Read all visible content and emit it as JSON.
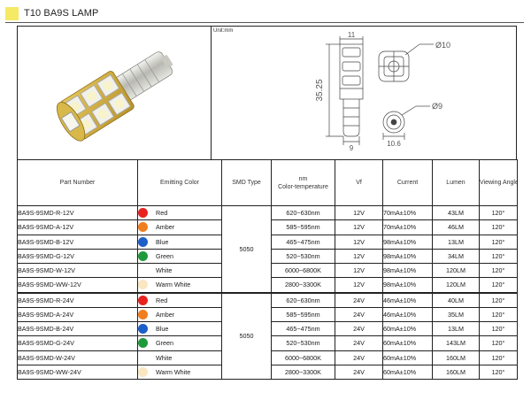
{
  "header": {
    "title": "T10 BA9S LAMP",
    "swatch_color": "#f6e964"
  },
  "drawing": {
    "unit_label": "Unit:mm",
    "dimensions": {
      "top_width": "11",
      "height": "35.25",
      "side_diameter": "Ø10",
      "base_diameter": "Ø9",
      "base_width": "9",
      "bottom_width": "10.6"
    }
  },
  "table": {
    "headers": {
      "part_number": "Part Number",
      "emitting_color": "Emitting Color",
      "smd_type": "SMD Type",
      "nm_line1": "nm",
      "nm_line2": "Color-temperature",
      "vf": "Vf",
      "current": "Current",
      "lumen": "Lumen",
      "viewing_angle": "Viewing Angle"
    },
    "groups": [
      {
        "smd": "5050",
        "rows": [
          {
            "part": "BA9S-9SMD-R-12V",
            "color": "Red",
            "dot": "#e8231f",
            "nm": "620~630nm",
            "vf": "12V",
            "current": "70mA±10%",
            "lumen": "43LM",
            "angle": "120°"
          },
          {
            "part": "BA9S-9SMD-A-12V",
            "color": "Amber",
            "dot": "#f07e1d",
            "nm": "585~595nm",
            "vf": "12V",
            "current": "70mA±10%",
            "lumen": "46LM",
            "angle": "120°"
          },
          {
            "part": "BA9S-9SMD-B-12V",
            "color": "Blue",
            "dot": "#1d5fc8",
            "nm": "465~475nm",
            "vf": "12V",
            "current": "98mA±10%",
            "lumen": "13LM",
            "angle": "120°"
          },
          {
            "part": "BA9S-9SMD-G-12V",
            "color": "Green",
            "dot": "#1e9a3a",
            "nm": "520~530nm",
            "vf": "12V",
            "current": "98mA±10%",
            "lumen": "34LM",
            "angle": "120°"
          },
          {
            "part": "BA9S-9SMD-W-12V",
            "color": "White",
            "dot": "#ffffff",
            "nm": "6000~6800K",
            "vf": "12V",
            "current": "98mA±10%",
            "lumen": "120LM",
            "angle": "120°"
          },
          {
            "part": "BA9S-9SMD-WW-12V",
            "color": "Warm White",
            "dot": "#fbe6c2",
            "nm": "2800~3300K",
            "vf": "12V",
            "current": "98mA±10%",
            "lumen": "120LM",
            "angle": "120°"
          }
        ]
      },
      {
        "smd": "5050",
        "rows": [
          {
            "part": "BA9S-9SMD-R-24V",
            "color": "Red",
            "dot": "#e8231f",
            "nm": "620~630nm",
            "vf": "24V",
            "current": "46mA±10%",
            "lumen": "40LM",
            "angle": "120°"
          },
          {
            "part": "BA9S-9SMD-A-24V",
            "color": "Amber",
            "dot": "#f07e1d",
            "nm": "585~595nm",
            "vf": "24V",
            "current": "46mA±10%",
            "lumen": "35LM",
            "angle": "120°"
          },
          {
            "part": "BA9S-9SMD-B-24V",
            "color": "Blue",
            "dot": "#1d5fc8",
            "nm": "465~475nm",
            "vf": "24V",
            "current": "60mA±10%",
            "lumen": "13LM",
            "angle": "120°"
          },
          {
            "part": "BA9S-9SMD-G-24V",
            "color": "Green",
            "dot": "#1e9a3a",
            "nm": "520~530nm",
            "vf": "24V",
            "current": "60mA±10%",
            "lumen": "143LM",
            "angle": "120°"
          },
          {
            "part": "BA9S-9SMD-W-24V",
            "color": "White",
            "dot": "#ffffff",
            "nm": "6000~6800K",
            "vf": "24V",
            "current": "60mA±10%",
            "lumen": "160LM",
            "angle": "120°"
          },
          {
            "part": "BA9S-9SMD-WW-24V",
            "color": "Warm White",
            "dot": "#fbe6c2",
            "nm": "2800~3300K",
            "vf": "24V",
            "current": "60mA±10%",
            "lumen": "160LM",
            "angle": "120°"
          }
        ]
      }
    ]
  }
}
